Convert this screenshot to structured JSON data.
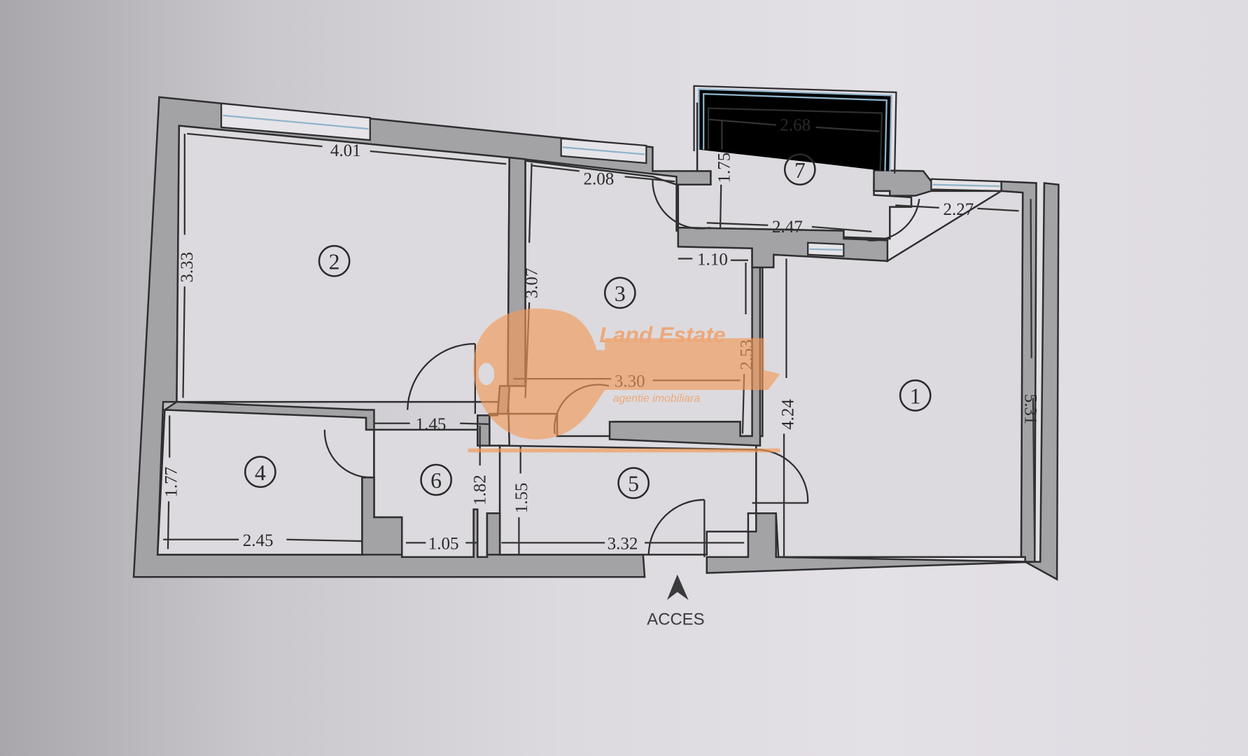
{
  "plan": {
    "rooms": [
      {
        "id": "1",
        "label": "1"
      },
      {
        "id": "2",
        "label": "2"
      },
      {
        "id": "3",
        "label": "3"
      },
      {
        "id": "4",
        "label": "4"
      },
      {
        "id": "5",
        "label": "5"
      },
      {
        "id": "6",
        "label": "6"
      },
      {
        "id": "7",
        "label": "7"
      }
    ],
    "dimensions": {
      "room2_width": "4.01",
      "room2_height": "3.33",
      "room3_width": "2.08",
      "room3_height": "3.07",
      "room3_inner": "1.10",
      "room3_closet_height": "2.53",
      "room3_bottom": "3.30",
      "room7_width_top": "2.68",
      "room7_height": "1.75",
      "room7_width_bottom": "2.47",
      "room1_top": "2.27",
      "room1_height": "5.31",
      "room1_inner_height": "4.24",
      "room4_height": "1.77",
      "room4_width": "2.45",
      "room6_width": "1.45",
      "room6_height": "1.82",
      "room6_bottom": "1.05",
      "room5_height": "1.55",
      "room5_width": "3.32"
    },
    "access_label": "ACCES"
  },
  "watermark": {
    "brand": "Land Estate",
    "subtitle": "agentie imobiliara",
    "color": "#f0a068"
  }
}
